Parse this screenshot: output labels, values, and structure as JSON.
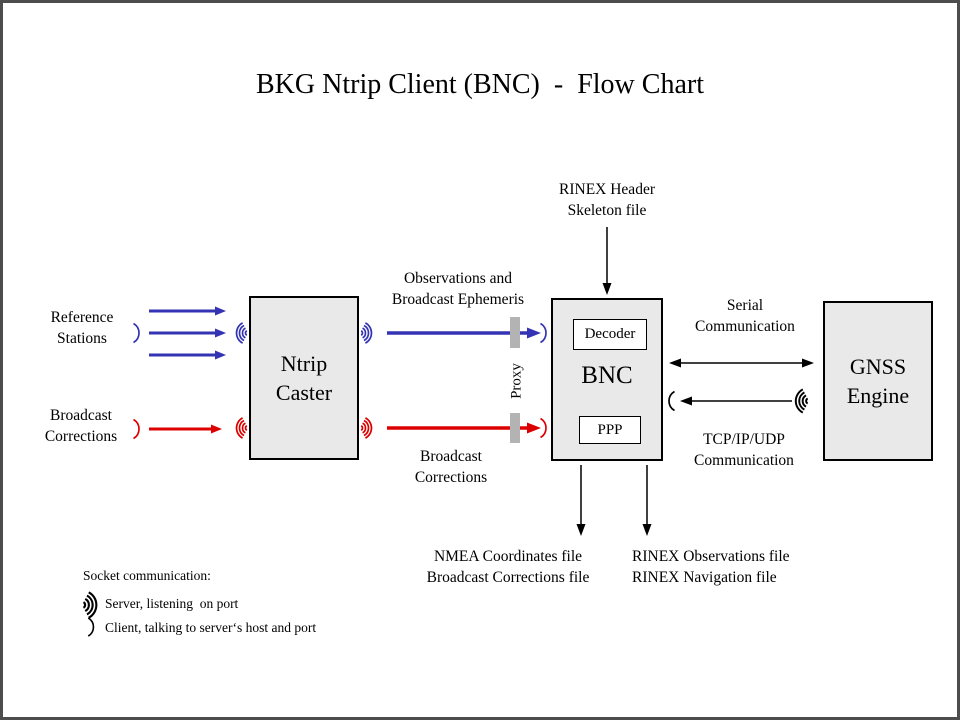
{
  "title": "BKG Ntrip Client (BNC)  -  Flow Chart",
  "boxes": {
    "ntrip_caster": {
      "label": "Ntrip\nCaster"
    },
    "bnc": {
      "label": "BNC",
      "decoder_label": "Decoder",
      "ppp_label": "PPP"
    },
    "gnss_engine": {
      "label": "GNSS\nEngine"
    }
  },
  "labels": {
    "rinex_header_skeleton": "RINEX Header\nSkeleton file",
    "observations_ephemeris": "Observations and\nBroadcast Ephemeris",
    "broadcast_corrections_mid": "Broadcast\nCorrections",
    "reference_stations": "Reference\nStations",
    "broadcast_corrections_left": "Broadcast\nCorrections",
    "serial_communication": "Serial\nCommunication",
    "tcpip_communication": "TCP/IP/UDP\nCommunication",
    "proxy": "Proxy",
    "nmea_files": "NMEA Coordinates file\nBroadcast Corrections file",
    "rinex_files": "RINEX Observations file\nRINEX Navigation file"
  },
  "legend": {
    "title": "Socket communication:",
    "server": "Server, listening  on port",
    "client": "Client, talking to server‘s host and port"
  },
  "colors": {
    "blue": "#3333b3",
    "red": "#dd0000",
    "black": "#000000",
    "box_fill": "#e9e9e9",
    "proxy_bar": "#b3b3b3",
    "frame_border": "#4d4d4d"
  }
}
